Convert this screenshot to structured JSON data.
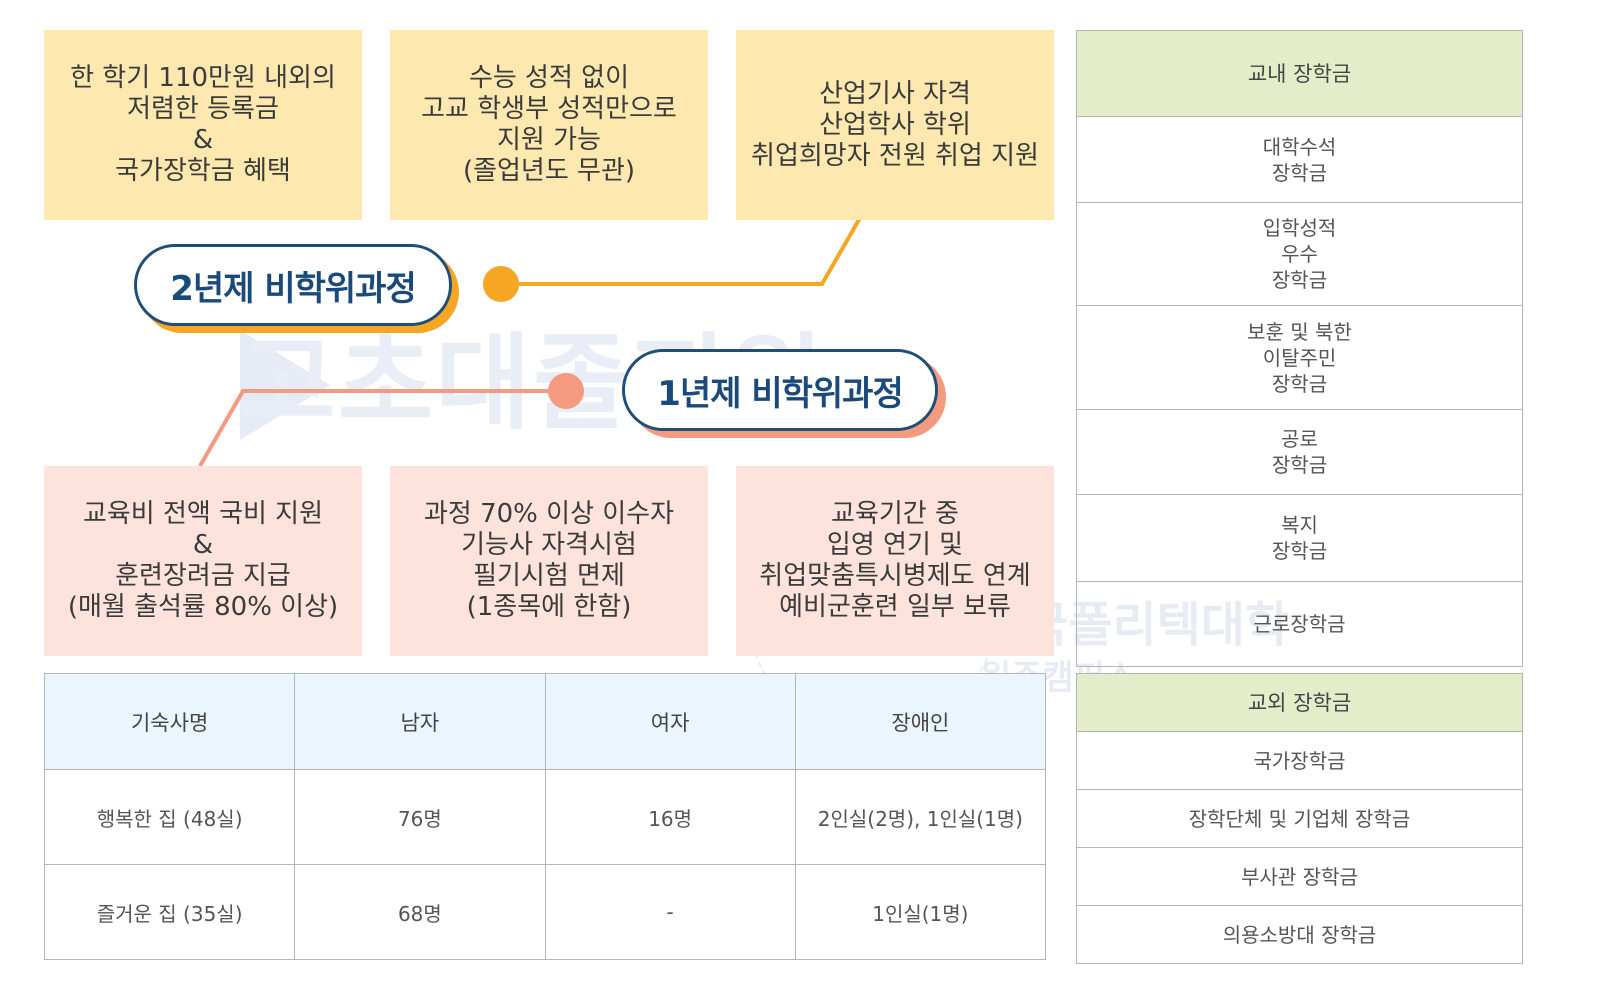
{
  "watermark": {
    "main_text": "고초대졸지원",
    "poly_text": "한국폴리텍대학",
    "campus_text": "원주캠퍼스"
  },
  "cards_2year": [
    "한 학기 110만원 내외의\n저렴한 등록금\n&\n국가장학금 혜택",
    "수능 성적 없이\n고교 학생부 성적만으로\n지원 가능\n(졸업년도 무관)",
    "산업기사 자격\n산업학사 학위\n취업희망자 전원 취업 지원"
  ],
  "cards_1year": [
    "교육비 전액 국비 지원\n&\n훈련장려금 지급\n(매월 출석률 80% 이상)",
    "과정 70% 이상 이수자\n기능사 자격시험\n필기시험 면제\n(1종목에 한함)",
    "교육기간 중\n입영 연기 및\n취업맞춤특시병제도 연계\n예비군훈련 일부 보류"
  ],
  "bubbles": {
    "two_year": "2년제 비학위과정",
    "one_year": "1년제 비학위과정"
  },
  "colors": {
    "navy": "#1f4e79",
    "orange": "#f5a623",
    "salmon": "#f39a80",
    "yellow_card": "#fde8b0",
    "pink_card": "#fde3dc",
    "table_header_blue": "#eaf5fd",
    "table_header_green": "#e4edc9"
  },
  "dorm_table": {
    "headers": [
      "기숙사명",
      "남자",
      "여자",
      "장애인"
    ],
    "rows": [
      [
        "행복한 집 (48실)",
        "76명",
        "16명",
        "2인실(2명), 1인실(1명)"
      ],
      [
        "즐거운 집 (35실)",
        "68명",
        "-",
        "1인실(1명)"
      ]
    ]
  },
  "internal_scholarship": {
    "title": "교내 장학금",
    "items": [
      "대학수석\n장학금",
      "입학성적\n우수\n장학금",
      "보훈 및 북한\n이탈주민\n장학금",
      "공로\n장학금",
      "복지\n장학금",
      "근로장학금"
    ]
  },
  "external_scholarship": {
    "title": "교외 장학금",
    "items": [
      "국가장학금",
      "장학단체 및 기업체 장학금",
      "부사관 장학금",
      "의용소방대 장학금"
    ]
  }
}
